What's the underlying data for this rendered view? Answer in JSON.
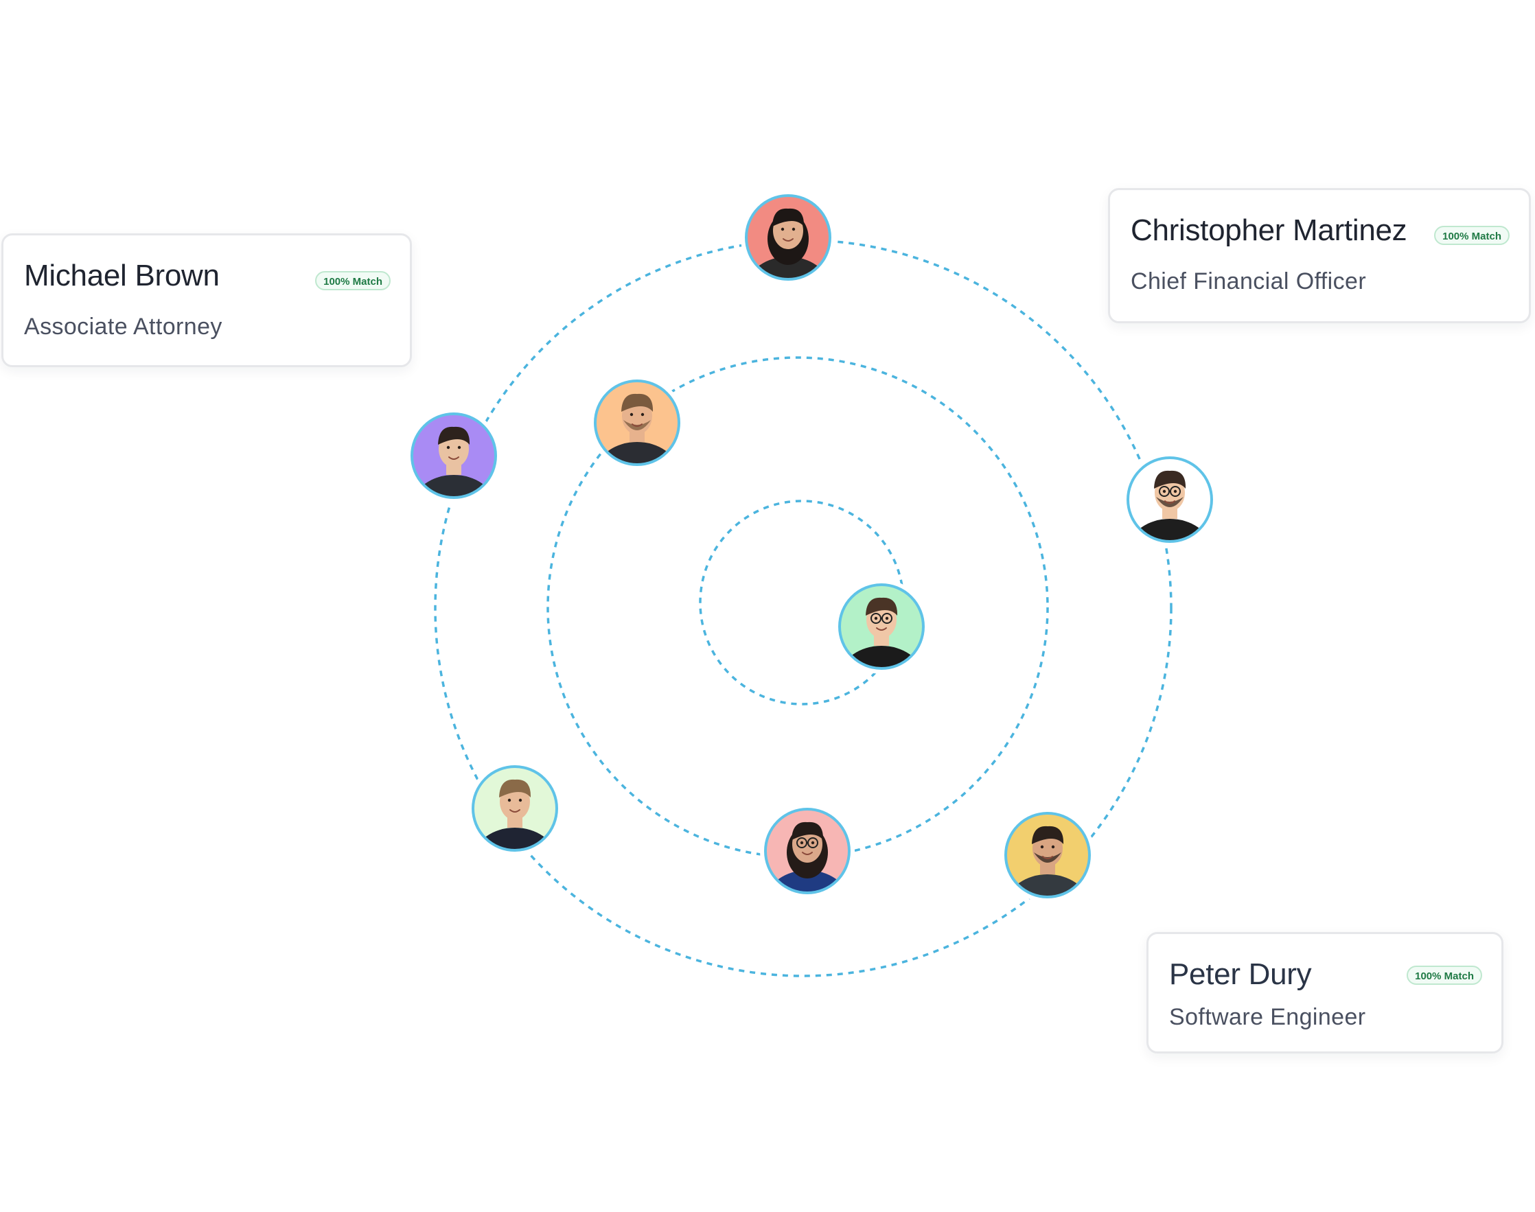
{
  "cards": {
    "michael": {
      "name": "Michael Brown",
      "role": "Associate Attorney",
      "badge": "100% Match"
    },
    "christopher": {
      "name": "Christopher Martinez",
      "role": "Chief Financial Officer",
      "badge": "100% Match"
    },
    "peter": {
      "name": "Peter Dury",
      "role": "Software Engineer",
      "badge": "100% Match"
    }
  },
  "colors": {
    "orbit": "#4bb4de",
    "avatar_border": "#5fc3e8",
    "badge_text": "#1f7a45"
  },
  "avatars": [
    {
      "id": "top-woman",
      "bg": "#f28b82",
      "skin": "#e2b08f",
      "hair": "#1d1715",
      "shirt": "#2a2a2a",
      "glasses": false,
      "beard": false
    },
    {
      "id": "left-man",
      "bg": "#a98bf4",
      "skin": "#e9c2a2",
      "hair": "#2d221d",
      "shirt": "#2b2f36",
      "glasses": false,
      "beard": false
    },
    {
      "id": "mid-upper-man",
      "bg": "#fcc38e",
      "skin": "#e7b28d",
      "hair": "#7a5a3e",
      "shirt": "#2b2d33",
      "glasses": false,
      "beard": true
    },
    {
      "id": "right-man",
      "bg": "#ffffff",
      "skin": "#f0c7a5",
      "hair": "#3a2a22",
      "shirt": "#1e1e1e",
      "glasses": true,
      "beard": true
    },
    {
      "id": "center-man",
      "bg": "#b3f1c8",
      "skin": "#f0c7a7",
      "hair": "#4a3426",
      "shirt": "#1b1b1b",
      "glasses": true,
      "beard": false
    },
    {
      "id": "bottom-left-man",
      "bg": "#e2f8d8",
      "skin": "#e8bb99",
      "hair": "#8a6a48",
      "shirt": "#1f2433",
      "glasses": false,
      "beard": false
    },
    {
      "id": "bottom-woman",
      "bg": "#f7b6b4",
      "skin": "#dba88a",
      "hair": "#241b18",
      "shirt": "#1f3b82",
      "glasses": true,
      "beard": false
    },
    {
      "id": "bottom-right-man",
      "bg": "#f2cf6e",
      "skin": "#d9a582",
      "hair": "#2b211c",
      "shirt": "#343a40",
      "glasses": false,
      "beard": true
    }
  ]
}
